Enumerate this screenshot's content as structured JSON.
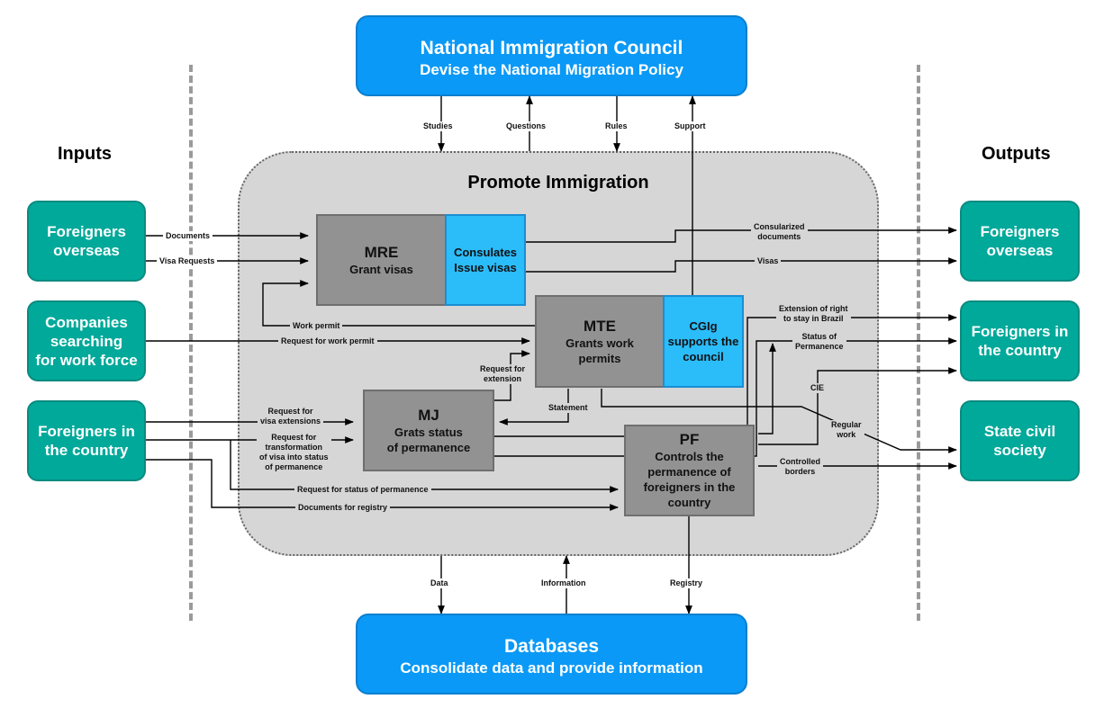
{
  "colors": {
    "council_blue": "#0a99f6",
    "teal": "#00a99a",
    "process_gray": "#d6d6d6",
    "agency_gray": "#929292",
    "support_cyan": "#2bbcfa"
  },
  "council": {
    "title": "National Immigration Council",
    "subtitle": "Devise the National Migration Policy"
  },
  "databases": {
    "title": "Databases",
    "subtitle": "Consolidate data and provide information"
  },
  "sections": {
    "inputs": "Inputs",
    "outputs": "Outputs"
  },
  "process": {
    "title": "Promote Immigration"
  },
  "inputs": [
    {
      "label": "Foreigners\noverseas"
    },
    {
      "label": "Companies\nsearching\nfor work force"
    },
    {
      "label": "Foreigners in\nthe country"
    }
  ],
  "outputs": [
    {
      "label": "Foreigners\noverseas"
    },
    {
      "label": "Foreigners in\nthe country"
    },
    {
      "label": "State civil\nsociety"
    }
  ],
  "agencies": {
    "mre": {
      "name": "MRE",
      "role": "Grant visas"
    },
    "consulates": {
      "role": "Consulates\nIssue visas"
    },
    "mte": {
      "name": "MTE",
      "role": "Grants work\npermits"
    },
    "cgig": {
      "role": "CGIg\nsupports the\ncouncil"
    },
    "mj": {
      "name": "MJ",
      "role": "Grats status\nof permanence"
    },
    "pf": {
      "name": "PF",
      "role": "Controls the\npermanence of\nforeigners in the\ncountry"
    }
  },
  "flows": {
    "council": [
      "Studies",
      "Questions",
      "Rules",
      "Support"
    ],
    "databases": [
      "Data",
      "Information",
      "Registry"
    ],
    "documents": "Documents",
    "visa_requests": "Visa Requests",
    "work_permit": "Work permit",
    "request_work_permit": "Request for work permit",
    "request_extension": "Request for\nextension",
    "statement": "Statement",
    "request_visa_extensions": "Request for\nvisa extensions",
    "request_transformation": "Request for\ntransformation\nof visa into status\nof permanence",
    "request_status_permanence": "Request for status of permanence",
    "documents_registry": "Documents for registry",
    "consularized_documents": "Consularized\ndocuments",
    "visas": "Visas",
    "extension_right": "Extension of right\nto stay in Brazil",
    "status_permanence": "Status of\nPermanence",
    "cie": "CIE",
    "regular_work": "Regular\nwork",
    "controlled_borders": "Controlled\nborders"
  }
}
